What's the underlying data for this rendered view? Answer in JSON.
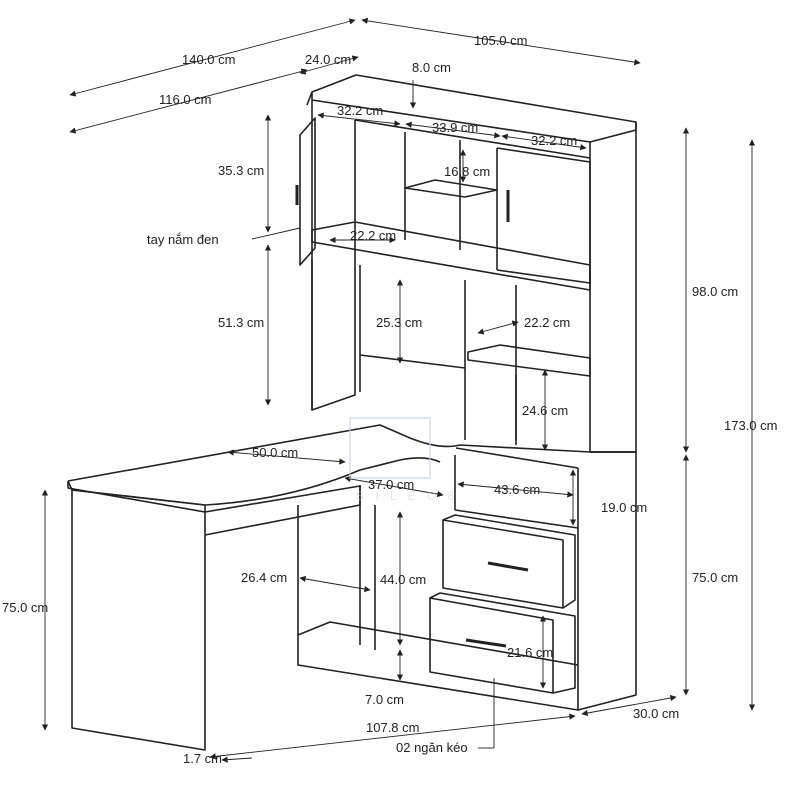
{
  "dimensions": {
    "total_depth_left": "140.0 cm",
    "hutch_depth": "24.0 cm",
    "hutch_width": "105.0 cm",
    "inner_depth_left": "116.0 cm",
    "top_board_thickness": "8.0 cm",
    "top_left_compartment": "32.2 cm",
    "top_middle_compartment": "33.9 cm",
    "top_right_compartment": "32.2 cm",
    "top_cabinet_height": "35.3 cm",
    "middle_shelf_height": "16.8 cm",
    "cabinet_depth": "22.2 cm",
    "hutch_height": "98.0 cm",
    "lower_hutch_height": "51.3 cm",
    "lower_left_opening": "25.3 cm",
    "lower_shelf_depth": "22.2 cm",
    "total_height": "173.0 cm",
    "lower_right_opening": "24.6 cm",
    "desk_depth": "50.0 cm",
    "under_desk_depth": "37.0 cm",
    "drawer_unit_width": "43.6 cm",
    "upper_opening_height": "19.0 cm",
    "desk_height_right": "75.0 cm",
    "knee_space_width": "26.4 cm",
    "knee_space_height": "44.0 cm",
    "desk_height_left": "75.0 cm",
    "drawer_height": "21.6 cm",
    "plinth_height": "7.0 cm",
    "side_depth": "30.0 cm",
    "return_length": "107.8 cm",
    "panel_thickness": "1.7 cm"
  },
  "callouts": {
    "handle": "tay nắm đen",
    "drawers": "02 ngăn kéo"
  },
  "watermark": "S I L E O 8"
}
